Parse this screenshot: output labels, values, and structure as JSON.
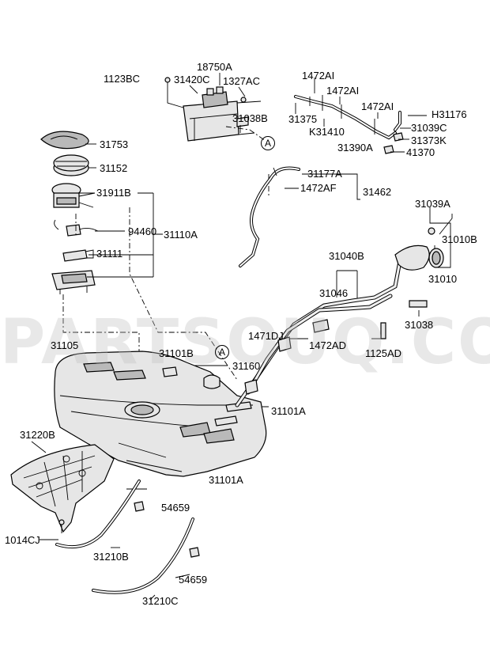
{
  "watermark": "PARTSOUQ.COM",
  "callout_letter": "A",
  "part_labels": {
    "p1123BC": "1123BC",
    "p31420C": "31420C",
    "p18750A": "18750A",
    "p1327AC": "1327AC",
    "p1472AI_1": "1472AI",
    "p1472AI_2": "1472AI",
    "p1472AI_3": "1472AI",
    "pH31176": "H31176",
    "p31038B": "31038B",
    "p31375": "31375",
    "pK31410": "K31410",
    "p31039C": "31039C",
    "p31373K": "31373K",
    "p31390A": "31390A",
    "p41370": "41370",
    "p31753": "31753",
    "p31152": "31152",
    "p31177A": "31177A",
    "p1472AF": "1472AF",
    "p31462": "31462",
    "p31911B": "31911B",
    "p31039A": "31039A",
    "p31010B": "31010B",
    "p94460": "94460",
    "p31110A": "31110A",
    "p31111": "31111",
    "p31010": "31010",
    "p31040B": "31040B",
    "p31046": "31046",
    "p31038": "31038",
    "p1471DJ": "1471DJ",
    "p1472AD": "1472AD",
    "p1125AD": "1125AD",
    "p31105": "31105",
    "p31101B": "31101B",
    "p31160": "31160",
    "p31101A_1": "31101A",
    "p31101A_2": "31101A",
    "p31220B": "31220B",
    "p54659_1": "54659",
    "p54659_2": "54659",
    "p1014CJ": "1014CJ",
    "p31210B": "31210B",
    "p31210C": "31210C"
  }
}
